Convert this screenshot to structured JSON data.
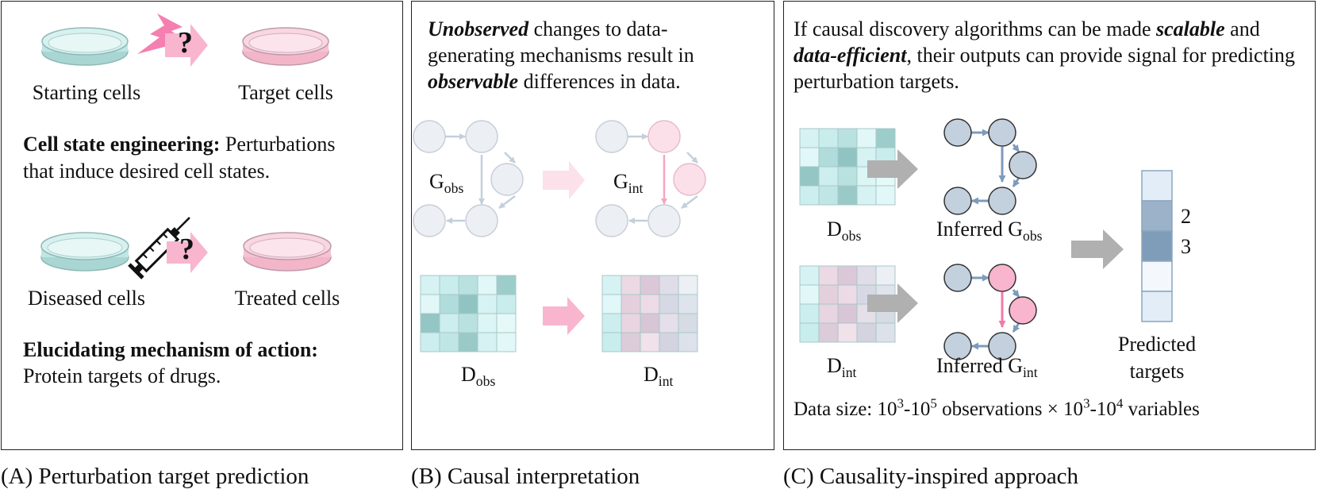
{
  "colors": {
    "dish_blue": "#bfe6e4",
    "dish_pink": "#f5c3d3",
    "accent_pink": "#f58ab4",
    "node_light": "#eceff4",
    "node_blue": "#c3d1de",
    "node_pink": "#f8b5cd",
    "arrow_gray": "#b0b0b0"
  },
  "icons": [
    "lightning-icon",
    "syringe-icon",
    "petri-dish-icon",
    "arrow-right-icon"
  ],
  "panel_a": {
    "starting_cells": "Starting cells",
    "target_cells": "Target cells",
    "question_mark": "?",
    "cse_bold": "Cell state engineering:",
    "cse_rest": " Perturbations",
    "cse_line2": "that induce desired cell states.",
    "diseased_cells": "Diseased cells",
    "treated_cells": "Treated cells",
    "moa_bold": "Elucidating mechanism of action:",
    "moa_line2": "Protein targets of drugs.",
    "caption": "(A) Perturbation target prediction"
  },
  "panel_b": {
    "intro_word1": "Unobserved",
    "intro_mid": " changes to data-generating mechanisms result in ",
    "intro_word2": "observable",
    "intro_end": " differences in data.",
    "g_main": "G",
    "g_obs_sub": "obs",
    "g_int_sub": "int",
    "d_main": "D",
    "d_obs_sub": "obs",
    "d_int_sub": "int",
    "caption": "(B) Causal interpretation"
  },
  "panel_c": {
    "intro_start": "If causal discovery algorithms can be made ",
    "intro_word1": "scalable",
    "intro_mid": " and ",
    "intro_word2": "data-efficient",
    "intro_end": ", their outputs can provide signal for predicting perturbation targets.",
    "d_main": "D",
    "d_obs_sub": "obs",
    "d_int_sub": "int",
    "inferred_prefix": "Inferred G",
    "inferred_obs_sub": "obs",
    "inferred_int_sub": "int",
    "target_2": "2",
    "target_3": "3",
    "predicted_line1": "Predicted",
    "predicted_line2": "targets",
    "data_size_prefix": "Data size: 10",
    "exp1": "3",
    "dash1": "-10",
    "exp2": "5",
    "mid": " observations × 10",
    "exp3": "3",
    "dash2": "-10",
    "exp4": "4",
    "suffix": " variables",
    "caption": "(C) Causality-inspired approach"
  }
}
